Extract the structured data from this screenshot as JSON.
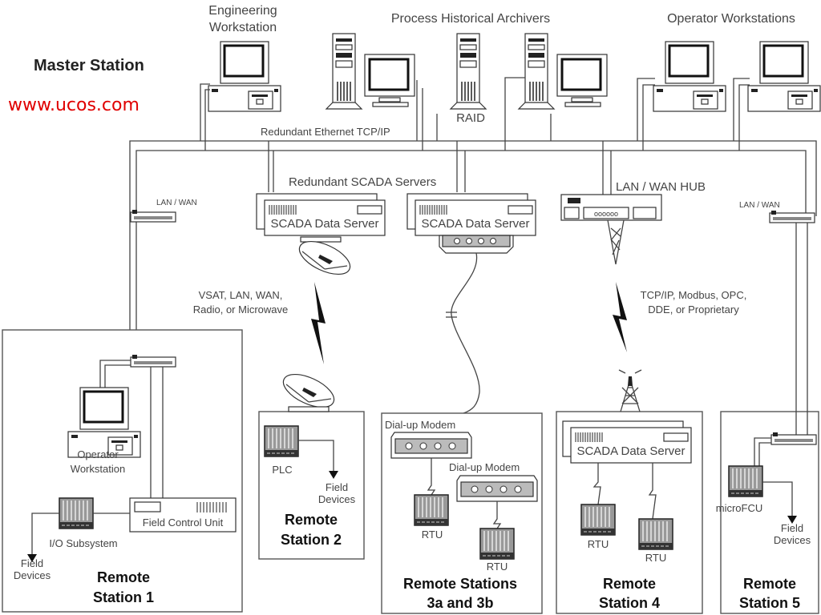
{
  "header": {
    "title": "Master Station",
    "url": "www.ucos.com",
    "url_color": "#e00000"
  },
  "master": {
    "engineering_workstation": [
      "Engineering",
      "Workstation"
    ],
    "process_historical_archivers": "Process Historical Archivers",
    "raid": "RAID",
    "operator_workstations": "Operator Workstations",
    "redundant_ethernet": "Redundant Ethernet TCP/IP",
    "redundant_scada_servers": "Redundant SCADA Servers",
    "scada_data_server": "SCADA Data Server",
    "lan_wan_hub": "LAN / WAN HUB",
    "lan_wan": "LAN / WAN"
  },
  "links": {
    "vsat": [
      "VSAT, LAN, WAN,",
      "Radio, or Microwave"
    ],
    "protocols": [
      "TCP/IP, Modbus, OPC,",
      "DDE, or Proprietary"
    ]
  },
  "stations": {
    "s1": {
      "name": [
        "Remote",
        "Station 1"
      ],
      "operator_workstation": [
        "Operator",
        "Workstation"
      ],
      "field_control_unit": "Field Control Unit",
      "io_subsystem": "I/O Subsystem",
      "field_devices": [
        "Field",
        "Devices"
      ]
    },
    "s2": {
      "name": [
        "Remote",
        "Station 2"
      ],
      "plc": "PLC",
      "field_devices": [
        "Field",
        "Devices"
      ]
    },
    "s3": {
      "name": [
        "Remote Stations",
        "3a and 3b"
      ],
      "modem": "Dial-up Modem",
      "rtu": "RTU"
    },
    "s4": {
      "name": [
        "Remote",
        "Station 4"
      ],
      "scada_data_server": "SCADA Data Server",
      "rtu": "RTU"
    },
    "s5": {
      "name": [
        "Remote",
        "Station 5"
      ],
      "microfcu": "microFCU",
      "field_devices": [
        "Field",
        "Devices"
      ]
    }
  }
}
